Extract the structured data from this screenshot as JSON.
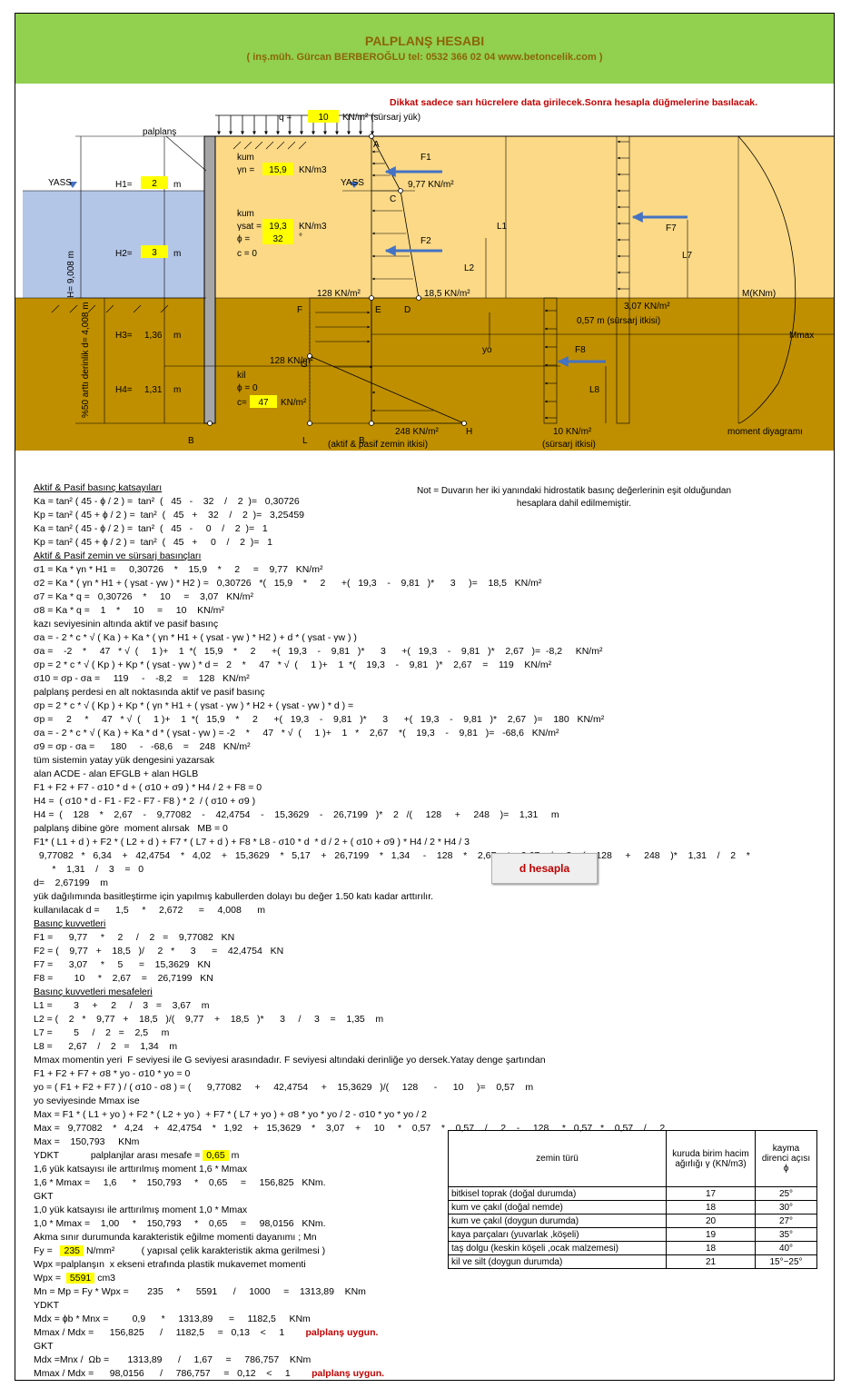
{
  "header": {
    "title": "PALPLANŞ HESABI",
    "subtitle": "( inş.müh. Gürcan BERBEROĞLU tel: 0532 366 02 04   www.betoncelik.com )"
  },
  "diagram": {
    "warning": "Dikkat sadece sarı hücrelere data girilecek.Sonra hesapla düğmelerine basılacak.",
    "q_label": "q =",
    "q_value": "10",
    "q_unit": "KN/m²  (sürsarj yük)",
    "palplans": "palplanş",
    "A": "A",
    "C": "C",
    "D": "D",
    "E": "E",
    "F": "F",
    "G": "G",
    "H": "H",
    "B_left": "B",
    "L": "L",
    "B_mid": "B",
    "yass_left": "YASS",
    "yass_right": "YASS",
    "H1_label": "H1=",
    "H1_value": "2",
    "m": "m",
    "H2_label": "H2=",
    "H2_value": "3",
    "H3_label": "H3=",
    "H3_value": "1,36",
    "H4_label": "H4=",
    "H4_value": "1,31",
    "H_vertical": "H=    9,008      m",
    "d_vertical": "%50 arttı derinlik     d=   4,008    m",
    "kum1": "kum",
    "gamma_n": "γn =",
    "gamma_n_value": "15,9",
    "kn_m3": "KN/m3",
    "kum2": "kum",
    "gamma_sat": "γsat =",
    "gamma_sat_value": "19,3",
    "phi": "ϕ =",
    "phi_value": "32",
    "deg": "°",
    "c0": "c = 0",
    "kil": "kil",
    "phi0": "ϕ = 0",
    "c_label": "c=",
    "c_value": "47",
    "kn_m2": "KN/m²",
    "F1": "F1",
    "F2": "F2",
    "F7": "F7",
    "F8": "F8",
    "L1": "L1",
    "L2": "L2",
    "L7": "L7",
    "L8": "L8",
    "yo": "yo",
    "v977": "9,77   KN/m²",
    "v185": "18,5  KN/m²",
    "v128a": "128   KN/m²",
    "v128b": "128   KN/m²",
    "v248": "248  KN/m²",
    "v307": "3,07   KN/m²",
    "v057": "0,57  m   (sürsarj itkisi)",
    "v10": "10   KN/m²",
    "aktif_pasif": "(aktif & pasif zemin itkisi)",
    "sursarj": "(sürsarj itkisi)",
    "Mknm": "M(KNm)",
    "Mmax": "Mmax",
    "moment_diagram": "moment diyagramı"
  },
  "calc": {
    "head1": "Aktif & Pasif basınç katsayıları",
    "l1": "Ka = tan² ( 45 - ϕ / 2 ) =  tan²  (   45   -    32    /    2  )=   0,30726",
    "l2": "Kp = tan² ( 45 + ϕ / 2 ) =  tan²  (   45   +    32    /    2  )=   3,25459",
    "l3": "Ka = tan² ( 45 - ϕ / 2 ) =  tan²  (   45   -     0    /    2  )=   1",
    "l4": "Kp = tan² ( 45 + ϕ / 2 ) =  tan²  (   45   +     0    /    2  )=   1",
    "head2": "Aktif & Pasif zemin ve sürsarj basınçları",
    "l5": "σ1 = Ka * γn * H1 =     0,30726    *    15,9    *     2     =    9,77   KN/m²",
    "l6": "σ2 = Ka * ( γn * H1 + ( γsat - γw ) * H2 ) =   0,30726   *(   15,9    *     2      +(   19,3    -    9,81   )*      3     )=    18,5   KN/m²",
    "l7": "σ7 = Ka * q =   0,30726    *     10     =    3,07   KN/m²",
    "l8": "σ8 = Ka * q =    1    *     10     =     10    KN/m²",
    "l9": "kazı seviyesinin altında aktif ve pasif basınç",
    "l10": "σa = - 2 * c * √ ( Ka ) + Ka * ( γn * H1 + ( γsat - γw ) * H2 ) + d * ( γsat - γw ) )",
    "l11": "σa =    -2    *     47   * √  (     1 )+    1  *(   15,9    *     2      +(   19,3    -    9,81   )*      3      +(   19,3    -    9,81   )*    2,67   )=  -8,2     KN/m²",
    "l12": "σp = 2 * c * √ ( Kp ) + Kp * ( γsat - γw ) * d =   2    *     47   * √  (     1 )+    1  *(    19,3    -    9,81   )*    2,67    =    119    KN/m²",
    "l13": "σ10 = σp - σa =     119     -    -8,2    =    128   KN/m²",
    "l14": "palplanş perdesi en alt noktasında aktif ve pasif basınç",
    "l15": "σp = 2 * c * √ ( Kp ) + Kp * ( γn * H1 + ( γsat - γw ) * H2 + ( γsat - γw ) * d ) =",
    "l16": "σp =     2     *     47   * √  (     1 )+    1  *(   15,9    *     2      +(   19,3    -    9,81   )*      3      +(   19,3    -    9,81   )*    2,67   )=    180   KN/m²",
    "l17": "σa = - 2 * c * √ ( Ka ) + Ka * d * ( γsat - γw ) = -2    *     47   * √  (     1 )+    1   *    2,67    *(    19,3    -    9,81   )=   -68,6   KN/m²",
    "l18": "σ9 = σp - σa =      180     -   -68,6    =    248   KN/m²",
    "l19": "tüm sistemin yatay yük dengesini yazarsak",
    "l20": "alan ACDE - alan EFGLB + alan HGLB",
    "l21": "F1 + F2 + F7 - σ10 * d + ( σ10 + σ9 ) * H4 / 2 + F8 = 0",
    "l22": "H4 =  ( σ10 * d - F1 - F2 - F7 - F8 ) * 2  / ( σ10 + σ9 )",
    "l23": "H4 =  (    128    *    2,67    -    9,77082    -    42,4754    -    15,3629    -    26,7199   )*    2   /(     128     +     248    )=    1,31     m",
    "l24": "palplanş dibine göre  moment alırsak   MB = 0",
    "l25": "F1* ( L1 + d ) + F2 * ( L2 + d ) + F7 * ( L7 + d ) + F8 * L8 - σ10 * d  * d / 2 + ( σ10 + σ9 ) * H4 / 2 * H4 / 3",
    "l26": "  9,77082   *   6,34    +   42,4754    *   4,02    +   15,3629    *   5,17    +   26,7199    *   1,34     -    128    *    2,67    *    2,67    /     2  +(    128     +     248    )*    1,31    /    2    *",
    "l27": "       *    1,31    /    3    =   0",
    "l28": "d=    2,67199    m",
    "l29": "yük dağılımında basitleştirme için yapılmış kabullerden dolayı bu değer 1.50 katı kadar arttırılır.",
    "l30": "kullanılacak d =      1,5     *     2,672      =     4,008      m",
    "head3": "Basınç kuvvetleri",
    "l31": "F1 =      9,77     *     2     /    2   =    9,77082   KN",
    "l32": "F2 = (    9,77   +    18,5   )/     2   *      3      =    42,4754   KN",
    "l33": "F7 =      3,07     *     5      =    15,3629   KN",
    "l34": "F8 =        10     *    2,67    =    26,7199   KN",
    "head4": "Basınç kuvvetleri mesafeleri",
    "l35": "L1 =        3     +     2     /    3   =    3,67    m",
    "l36": "L2 = (    2   *    9,77   +    18,5   )/(    9,77    +    18,5   )*      3     /     3    =    1,35    m",
    "l37": "L7 =        5     /    2   =    2,5     m",
    "l38": "L8 =      2,67    /    2   =    1,34    m",
    "l39": "Mmax momentin yeri  F seviyesi ile G seviyesi arasındadır. F seviyesi altındaki derinliğe yo dersek.Yatay denge şartından",
    "l40": "F1 + F2 + F7 + σ8 * yo - σ10 * yo = 0",
    "l41": "yo = ( F1 + F2 + F7 ) / ( σ10 - σ8 ) = (      9,77082     +     42,4754     +    15,3629   )/(     128      -      10     )=    0,57    m",
    "l42": "yo seviyesinde Mmax ise",
    "l43": "Max = F1 * ( L1 + yo ) + F2 * ( L2 + yo )  + F7 * ( L7 + yo ) + σ8 * yo * yo / 2 - σ10 * yo * yo / 2",
    "l44": "Max =   9,77082    *   4,24    +   42,4754    *   1,92    +   15,3629    *    3,07    +     10     *    0,57    *    0,57    /     2    -     128     *   0,57   *    0,57    /     2",
    "l45": "Max =    150,793     KNm",
    "l46a": "YDKT            palplanjlar arası mesafe =",
    "mesafe": "0,65",
    "l46b": "m",
    "l47": "1,6 yük katsayısı ile arttırılmış moment 1,6 * Mmax",
    "l48": "1,6 * Mmax =     1,6      *    150,793     *    0,65     =     156,825   KNm.",
    "l49": "GKT",
    "l50": "1,0 yük katsayısı ile arttırılmış moment 1,0 * Mmax",
    "l51": "1,0 * Mmax =    1,00     *    150,793     *    0,65     =     98,0156   KNm.",
    "l52": "Akma sınır durumunda karakteristik eğilme momenti dayanımı ; Mn",
    "l53a": "Fy =",
    "fy": "235",
    "l53b": "N/mm²          ( yapısal çelik karakteristik akma gerilmesi )",
    "l54": "Wpx =palplanşın  x ekseni etrafında plastik mukavemet momenti",
    "l55a": "Wpx =",
    "wpx": "5591",
    "l55b": "cm3",
    "l56": "Mn = Mp = Fy * Wpx =       235     *      5591      /     1000     =    1313,89    KNm",
    "l57": "YDKT",
    "l58": "Mdx = ϕb * Mnx =         0,9      *     1313,89      =     1182,5     KNm",
    "l59a": "Mmax / Mdx =      156,825      /     1182,5     =   0,13    <     1",
    "ok1": "palplanş uygun.",
    "l60": "GKT",
    "l61": "Mdx =Mnx /  Ωb =       1313,89      /     1,67     =     786,757    KNm",
    "l62a": "Mmax / Mdx =      98,0156      /     786,757     =   0,12    <     1",
    "ok2": "palplanş uygun."
  },
  "note": "Not = Duvarın her iki yanındaki hidrostatik basınç değerlerinin eşit olduğundan hesaplara dahil edilmemiştir.",
  "button": {
    "label": "d hesapla"
  },
  "soil_table": {
    "headers": [
      "zemin türü",
      "kuruda birim hacim ağırlığı γ (KN/m3)",
      "kayma direnci açısı ϕ"
    ],
    "rows": [
      [
        "bitkisel toprak (doğal durumda)",
        "17",
        "25°"
      ],
      [
        "kum ve çakıl (doğal nemde)",
        "18",
        "30°"
      ],
      [
        "kum ve çakıl (doygun durumda)",
        "20",
        "27°"
      ],
      [
        "kaya parçaları (yuvarlak ,köşeli)",
        "19",
        "35°"
      ],
      [
        "taş dolgu (keskin köşeli ,ocak malzemesi)",
        "18",
        "40°"
      ],
      [
        "kil ve silt (doygun durumda)",
        "21",
        "15°~25°"
      ]
    ]
  },
  "colors": {
    "header_green": "#92d050",
    "sand": "#fbd986",
    "clay": "#bf8f00",
    "water": "#b4c6e7",
    "highlight": "#ffff00",
    "arrow": "#4472c4",
    "warning": "#c00000"
  }
}
